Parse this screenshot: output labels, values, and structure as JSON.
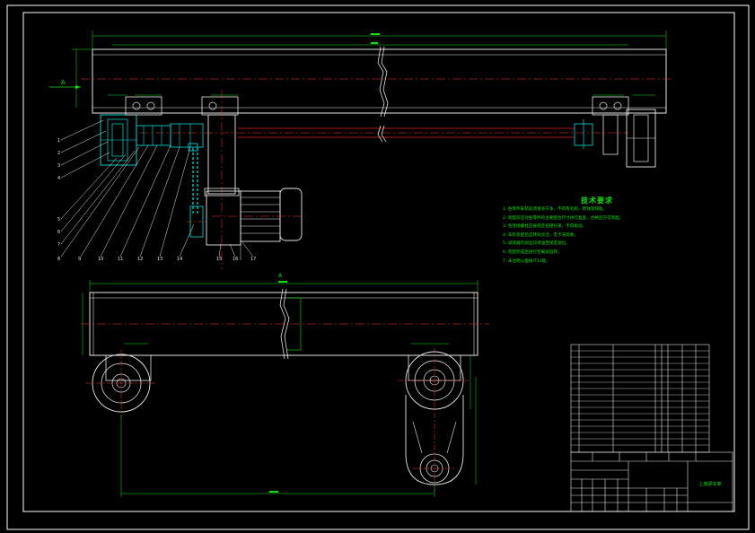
{
  "drawing": {
    "section_marker_a": "A",
    "section_label_a": "A",
    "callouts": [
      "1",
      "2",
      "3",
      "4",
      "5",
      "6",
      "7",
      "8",
      "9",
      "10",
      "11",
      "12",
      "13",
      "14",
      "15",
      "16",
      "17"
    ]
  },
  "technical_requirements": {
    "title": "技术要求",
    "items": [
      "1. 各零件安装前须清洗干净，不得有毛刺、锈蚀等缺陷。",
      "2. 装配前应对各零件的主要配合尺寸进行复查，合格后方可装配。",
      "3. 各连接螺栓应按规定扭矩拧紧，不得松动。",
      "4. 车轮装配后应转动灵活，无卡滞现象。",
      "5. 减速器内加注润滑油至规定油位。",
      "6. 装配完成后进行空载试运转。",
      "7. 未注明公差按IT12级。"
    ]
  },
  "title_block": {
    "drawing_title": "上端梁车架"
  },
  "colors": {
    "frame": "#ffffff",
    "outline": "#e6e6e6",
    "dimension": "#10e010",
    "center": "#ff3030",
    "hidden": "#e02020",
    "part": "#00e0e0",
    "motor": "#e6e6e6",
    "text": "#10e010"
  }
}
